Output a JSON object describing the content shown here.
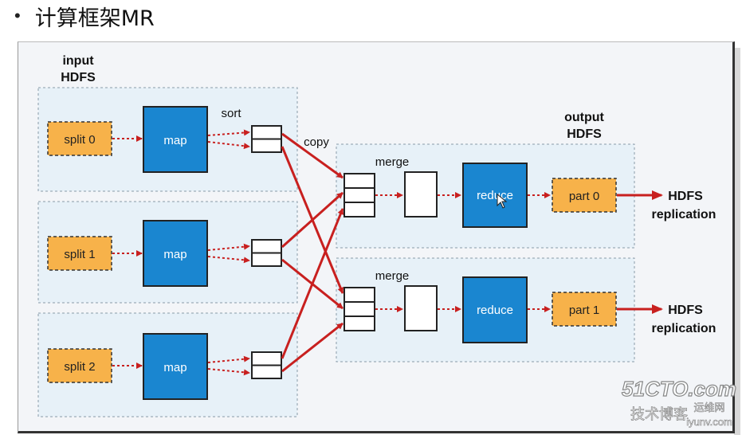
{
  "header": {
    "bullet": "•",
    "title": "计算框架MR"
  },
  "diagram": {
    "input_label": [
      "input",
      "HDFS"
    ],
    "output_label": [
      "output",
      "HDFS"
    ],
    "sort_label": "sort",
    "copy_label": "copy",
    "splits": [
      "split 0",
      "split 1",
      "split 2"
    ],
    "map_label": "map",
    "merge_label": "merge",
    "reduce_label": "reduce",
    "parts": [
      "part 0",
      "part 1"
    ],
    "replication": [
      "HDFS",
      "replication"
    ]
  },
  "watermark": {
    "line1": "51CTO.com",
    "line2": "技术博客",
    "line3": "运维网",
    "line4": "iyunv.com"
  },
  "colors": {
    "split_fill": "#f7b24a",
    "map_fill": "#1a86d0",
    "arrow": "#c8201f",
    "dashed_box": "#8a9aa8"
  }
}
